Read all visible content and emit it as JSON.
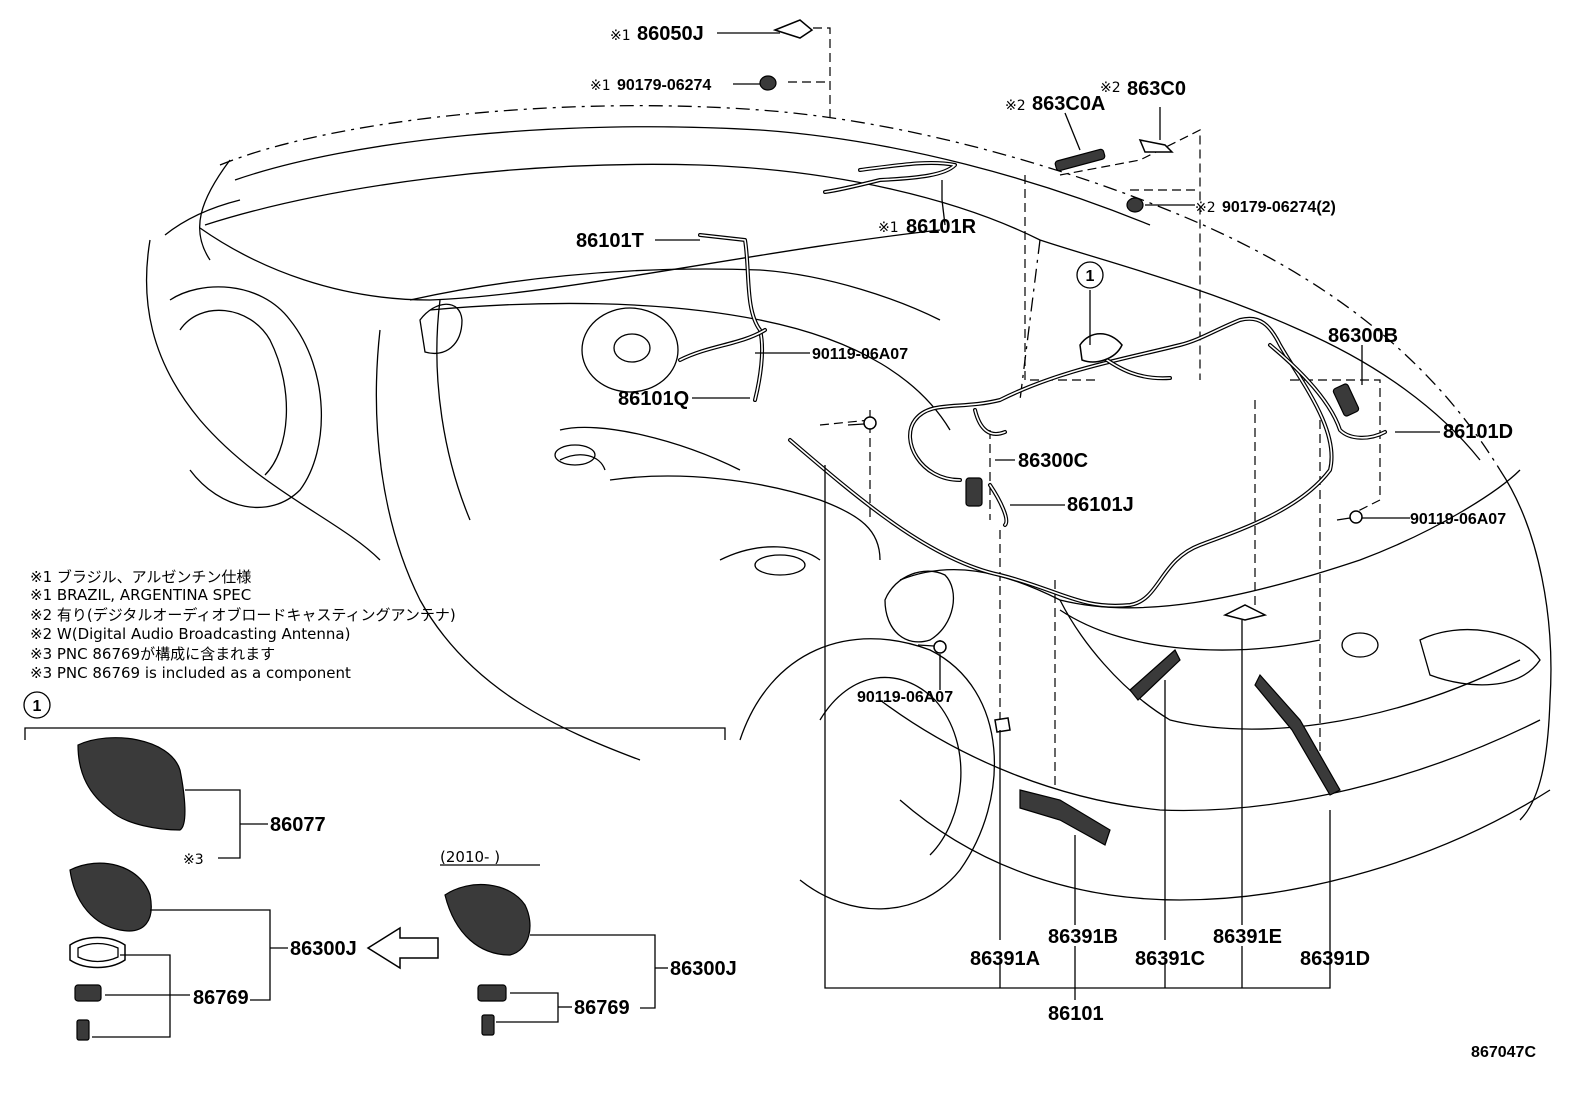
{
  "parts": {
    "p86050J": "86050J",
    "p90179_06274_top": "90179-06274",
    "p863C0A": "863C0A",
    "p863C0": "863C0",
    "p90179_06274_2": "90179-06274(2)",
    "p86101R": "86101R",
    "p86101T": "86101T",
    "p90119_06A07_a": "90119-06A07",
    "p86101Q": "86101Q",
    "p86300C": "86300C",
    "p86101J": "86101J",
    "p86300B": "86300B",
    "p86101D": "86101D",
    "p90119_06A07_b": "90119-06A07",
    "p90119_06A07_c": "90119-06A07",
    "p86391A": "86391A",
    "p86391B": "86391B",
    "p86391C": "86391C",
    "p86391E": "86391E",
    "p86391D": "86391D",
    "p86101": "86101",
    "p86077": "86077",
    "p86300J_a": "86300J",
    "p86769_a": "86769",
    "p86300J_b": "86300J",
    "p86769_b": "86769"
  },
  "marks": {
    "m1": "※1",
    "m2": "※2",
    "m3": "※3"
  },
  "notes": [
    "※1 ブラジル、アルゼンチン仕様",
    "※1 BRAZIL, ARGENTINA SPEC",
    "※2 有り(デジタルオーディオブロードキャスティングアンテナ)",
    "※2 W(Digital Audio Broadcasting Antenna)",
    "※3 PNC 86769が構成に含まれます",
    "※3 PNC 86769 is included as a component"
  ],
  "callout": "1",
  "inset": {
    "date_range": "(2010-      )"
  },
  "figure_id": "867047C"
}
